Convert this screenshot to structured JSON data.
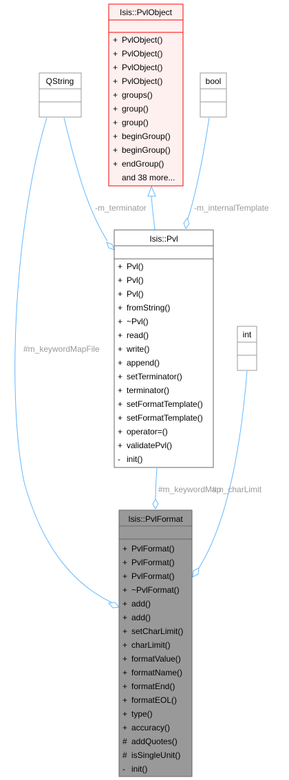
{
  "colors": {
    "edge": "#63b8ff",
    "label": "#9a9a9a",
    "red_border": "#ff0000",
    "red_fill": "#fff0f0",
    "plain_border": "#666666",
    "grey_border": "#999999",
    "dark_fill": "#999999"
  },
  "classes": {
    "pvlobject": {
      "title": "Isis::PvlObject",
      "methods": [
        {
          "vis": "+",
          "name": "PvlObject()"
        },
        {
          "vis": "+",
          "name": "PvlObject()"
        },
        {
          "vis": "+",
          "name": "PvlObject()"
        },
        {
          "vis": "+",
          "name": "PvlObject()"
        },
        {
          "vis": "+",
          "name": "groups()"
        },
        {
          "vis": "+",
          "name": "group()"
        },
        {
          "vis": "+",
          "name": "group()"
        },
        {
          "vis": "+",
          "name": "beginGroup()"
        },
        {
          "vis": "+",
          "name": "beginGroup()"
        },
        {
          "vis": "+",
          "name": "endGroup()"
        },
        {
          "vis": "",
          "name": "and 38 more..."
        }
      ]
    },
    "qstring": {
      "title": "QString"
    },
    "bool": {
      "title": "bool"
    },
    "int": {
      "title": "int"
    },
    "pvl": {
      "title": "Isis::Pvl",
      "methods": [
        {
          "vis": "+",
          "name": "Pvl()"
        },
        {
          "vis": "+",
          "name": "Pvl()"
        },
        {
          "vis": "+",
          "name": "Pvl()"
        },
        {
          "vis": "+",
          "name": "fromString()"
        },
        {
          "vis": "+",
          "name": "~Pvl()"
        },
        {
          "vis": "+",
          "name": "read()"
        },
        {
          "vis": "+",
          "name": "write()"
        },
        {
          "vis": "+",
          "name": "append()"
        },
        {
          "vis": "+",
          "name": "setTerminator()"
        },
        {
          "vis": "+",
          "name": "terminator()"
        },
        {
          "vis": "+",
          "name": "setFormatTemplate()"
        },
        {
          "vis": "+",
          "name": "setFormatTemplate()"
        },
        {
          "vis": "+",
          "name": "operator=()"
        },
        {
          "vis": "+",
          "name": "validatePvl()"
        },
        {
          "vis": "-",
          "name": "init()"
        }
      ]
    },
    "pvlformat": {
      "title": "Isis::PvlFormat",
      "methods": [
        {
          "vis": "+",
          "name": "PvlFormat()"
        },
        {
          "vis": "+",
          "name": "PvlFormat()"
        },
        {
          "vis": "+",
          "name": "PvlFormat()"
        },
        {
          "vis": "+",
          "name": "~PvlFormat()"
        },
        {
          "vis": "+",
          "name": "add()"
        },
        {
          "vis": "+",
          "name": "add()"
        },
        {
          "vis": "+",
          "name": "setCharLimit()"
        },
        {
          "vis": "+",
          "name": "charLimit()"
        },
        {
          "vis": "+",
          "name": "formatValue()"
        },
        {
          "vis": "+",
          "name": "formatName()"
        },
        {
          "vis": "+",
          "name": "formatEnd()"
        },
        {
          "vis": "+",
          "name": "formatEOL()"
        },
        {
          "vis": "+",
          "name": "type()"
        },
        {
          "vis": "+",
          "name": "accuracy()"
        },
        {
          "vis": "#",
          "name": "addQuotes()"
        },
        {
          "vis": "#",
          "name": "isSingleUnit()"
        },
        {
          "vis": "-",
          "name": "init()"
        }
      ]
    }
  },
  "edges": {
    "m_terminator": "-m_terminator",
    "m_internalTemplate": "-m_internalTemplate",
    "m_keywordMapFile": "#m_keywordMapFile",
    "m_keywordMap": "#m_keywordMap",
    "m_charLimit": "#m_charLimit"
  }
}
